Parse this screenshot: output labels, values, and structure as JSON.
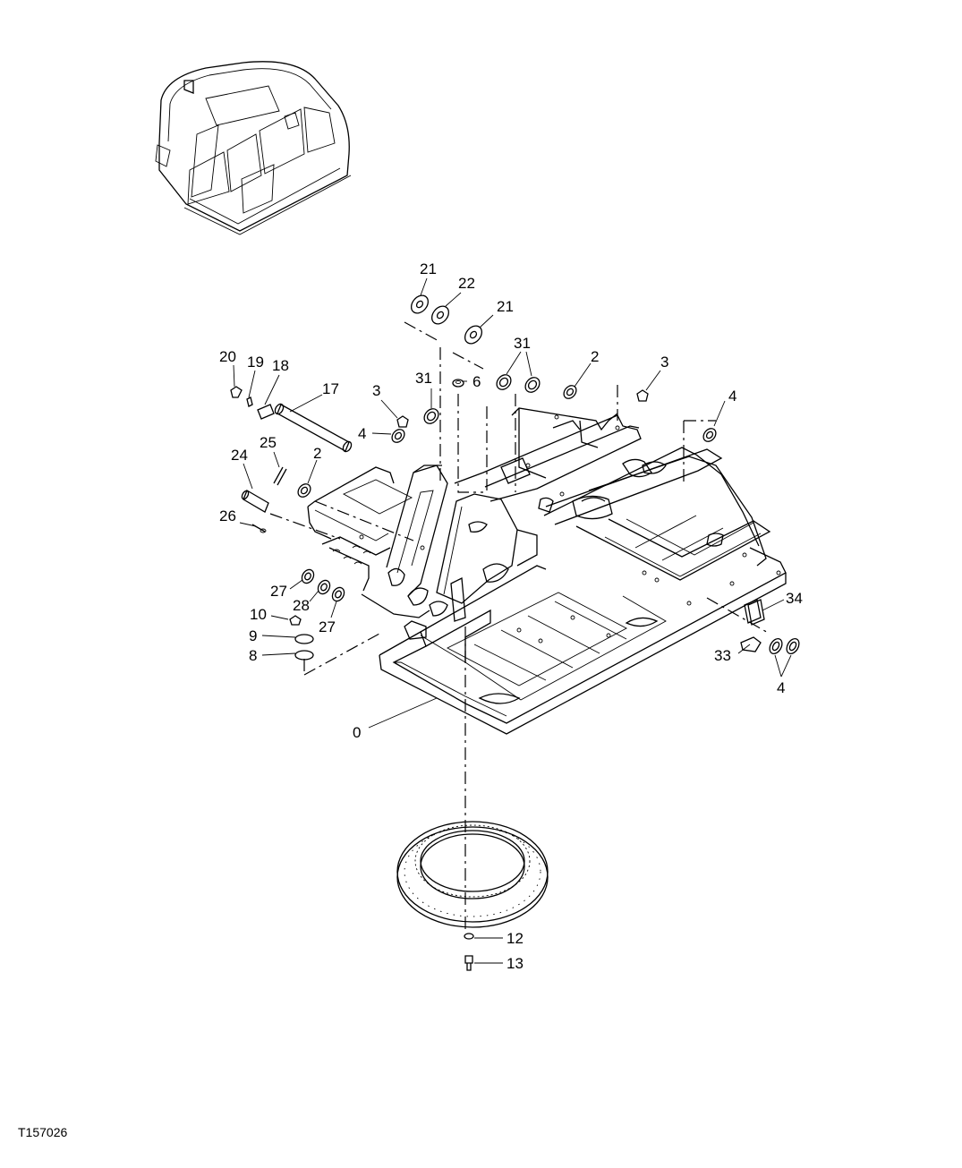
{
  "figure_id": "T157026",
  "callouts": {
    "c21a": "21",
    "c22": "22",
    "c21b": "21",
    "c31a": "31",
    "c31b": "31",
    "c2a": "2",
    "c3a": "3",
    "c4a": "4",
    "c6": "6",
    "c20": "20",
    "c19": "19",
    "c18": "18",
    "c17": "17",
    "c3b": "3",
    "c4b": "4",
    "c2b": "2",
    "c25": "25",
    "c24": "24",
    "c26": "26",
    "c27a": "27",
    "c28": "28",
    "c27b": "27",
    "c10": "10",
    "c9": "9",
    "c8": "8",
    "c34": "34",
    "c33": "33",
    "c4c": "4",
    "c0": "0",
    "c12": "12",
    "c13": "13"
  }
}
